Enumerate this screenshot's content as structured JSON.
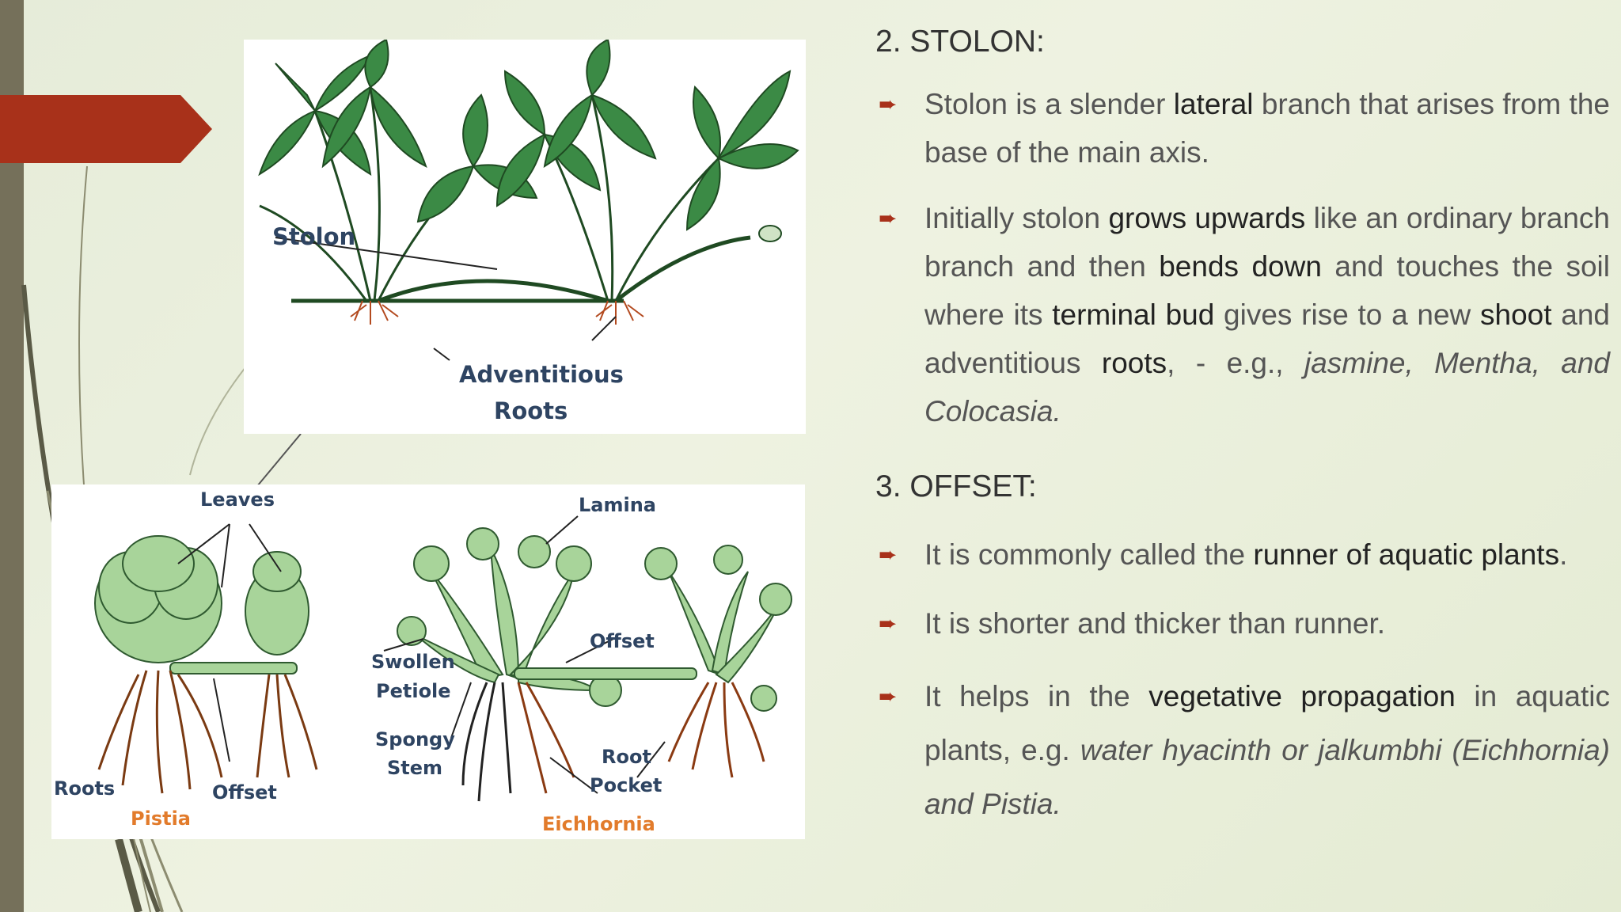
{
  "theme": {
    "accent_arrow": "#a8311a",
    "side_bar": "#75705a"
  },
  "diagram_top": {
    "labels": {
      "stolon": "Stolon",
      "adventitious": "Adventitious",
      "roots": "Roots"
    }
  },
  "diagram_bottom": {
    "labels": {
      "leaves": "Leaves",
      "lamina": "Lamina",
      "swollen": "Swollen",
      "petiole": "Petiole",
      "offset_right": "Offset",
      "spongy": "Spongy",
      "stem": "Stem",
      "root": "Root",
      "pocket": "Pocket",
      "roots": "Roots",
      "offset_left": "Offset",
      "pistia": "Pistia",
      "eichhornia": "Eichhornia"
    }
  },
  "section_stolon": {
    "heading": "2. STOLON:",
    "b1": {
      "t1": "Stolon is a slender ",
      "k1": "lateral",
      "t2": " branch that arises from the base of the main axis."
    },
    "b2": {
      "t1": "Initially stolon ",
      "k1": "grows upwards",
      "t2": " like an ordinary branch branch and then ",
      "k2": "bends down",
      "t3": " and touches the soil where its ",
      "k3": "terminal bud",
      "t4": " gives rise to a new ",
      "k4": "shoot",
      "t5": " and adventitious ",
      "k5": "roots",
      "t6": ", - e.g., ",
      "i1": "jasmine, Mentha, and Colocasia."
    }
  },
  "section_offset": {
    "heading": "3. OFFSET:",
    "b1": {
      "t1": "It is commonly called the ",
      "k1": "runner of aquatic plants",
      "t2": "."
    },
    "b2": {
      "t1": "It is shorter and thicker than runner."
    },
    "b3": {
      "t1": "It helps in the ",
      "k1": "vegetative propagation",
      "t2": " in aquatic plants, e.g. ",
      "i1": "water hyacinth or jalkumbhi (Eichhornia) and Pistia."
    }
  }
}
